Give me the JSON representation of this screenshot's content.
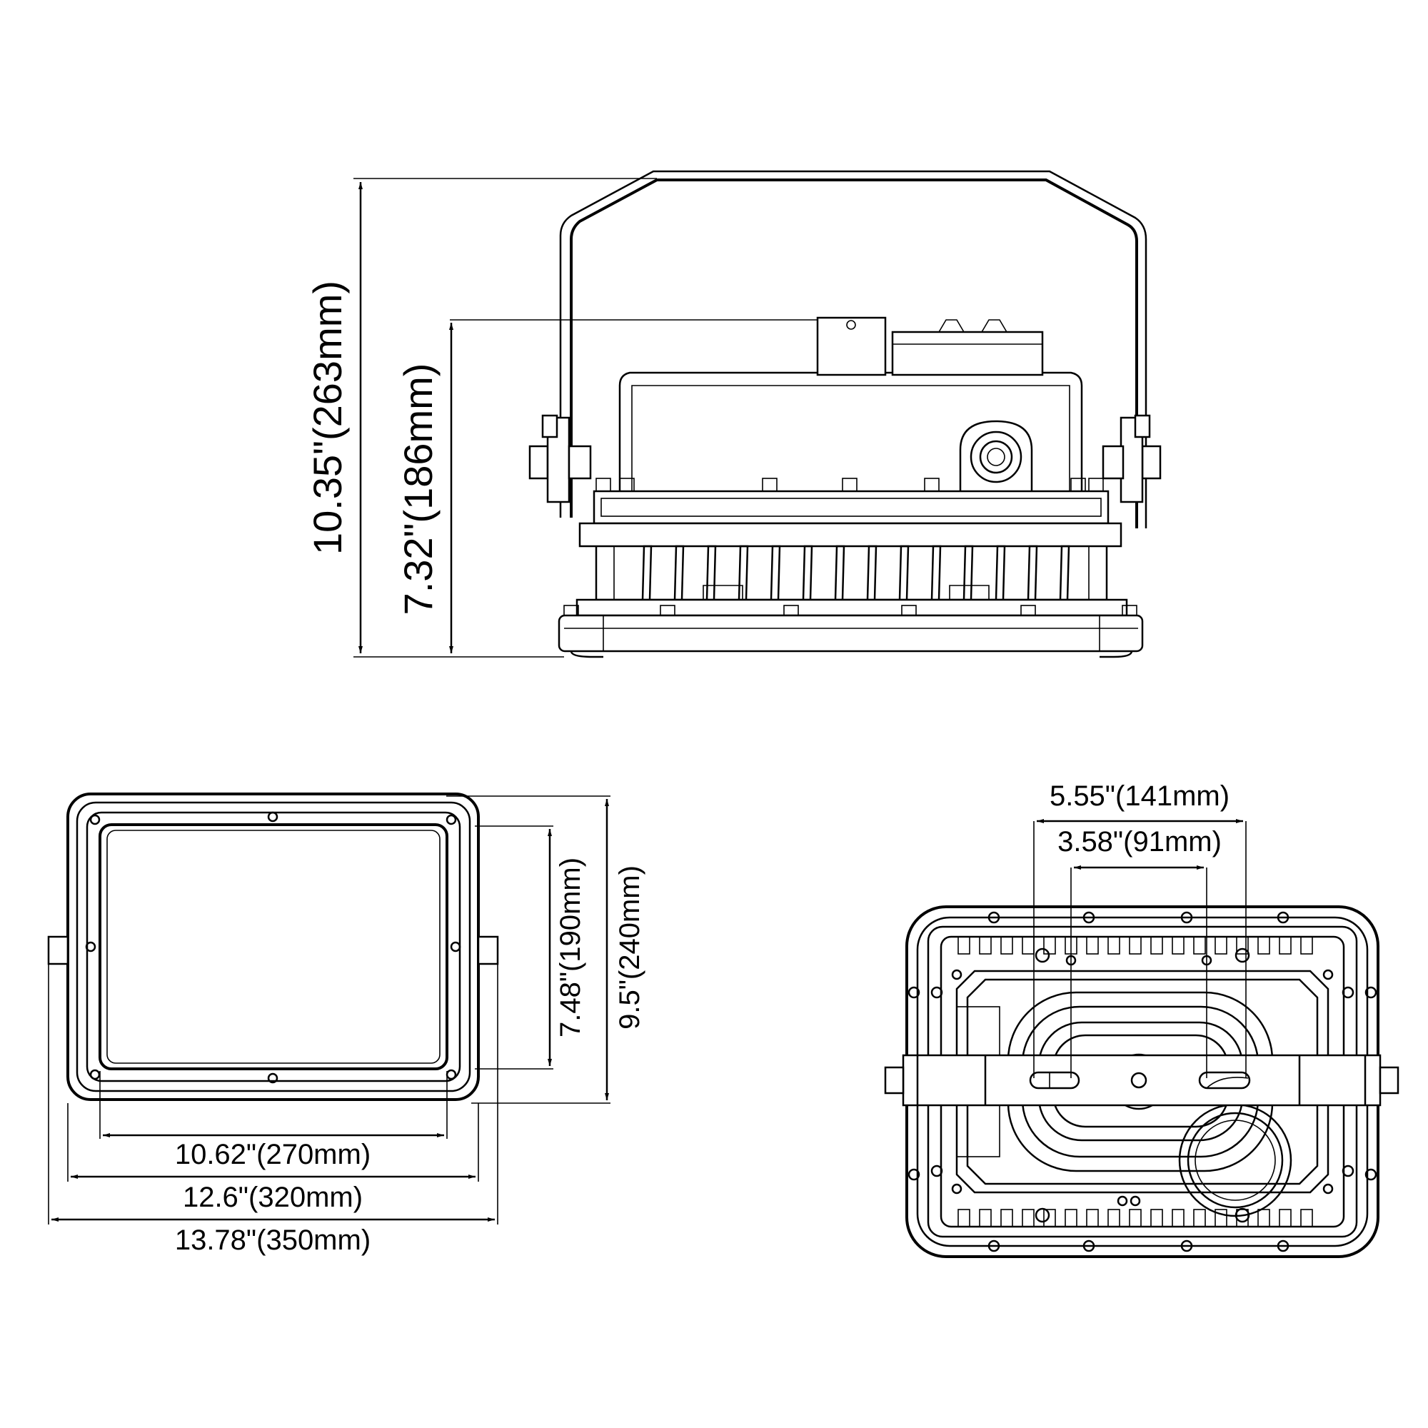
{
  "dimensions": {
    "side_total_height": "10.35\"(263mm)",
    "side_body_height": "7.32\"(186mm)",
    "front_inner_width": "10.62\"(270mm)",
    "front_body_width": "12.6\"(320mm)",
    "front_total_width": "13.78\"(350mm)",
    "front_inner_height": "7.48\"(190mm)",
    "front_total_height": "9.5\"(240mm)",
    "rear_outer_slot_spacing": "5.55\"(141mm)",
    "rear_inner_slot_spacing": "3.58\"(91mm)"
  }
}
